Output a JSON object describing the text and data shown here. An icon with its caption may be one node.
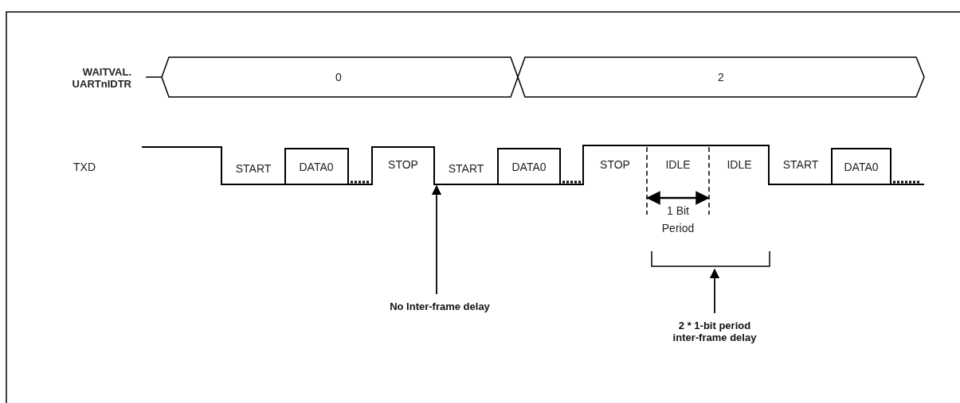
{
  "diagram": {
    "nodes": [
      {
        "text": [],
        "shape": "line"
      },
      {
        "text": [],
        "shape": "bracket"
      },
      {
        "text": [
          "No Inter-frame delay"
        ]
      },
      {
        "text": [
          "2 * 1-bit period inter-frame delay"
        ]
      }
    ],
    "edges": [
      {
        "from": 2,
        "to": 0,
        "arrow": "to"
      },
      {
        "from": 3,
        "to": 1,
        "arrow": "to"
      }
    ],
    "labels": [
      "WAITVAL. UARTnIDTR",
      "0",
      "2",
      "TXD",
      "START",
      "DATA0",
      "STOP",
      "START",
      "DATA0",
      "STOP",
      "IDLE",
      "IDLE",
      "START",
      "DATA0",
      "1 Bit Period"
    ]
  }
}
